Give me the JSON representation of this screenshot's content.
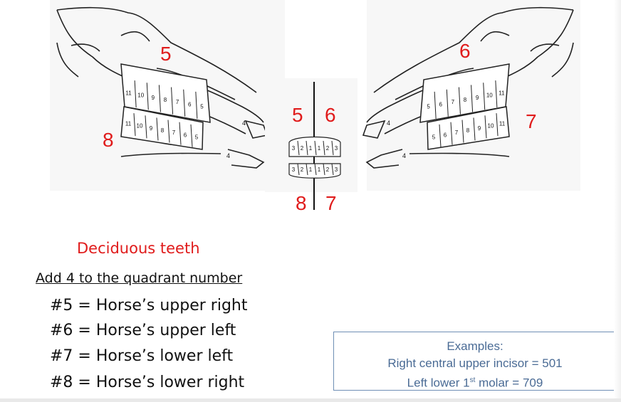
{
  "quadrants": {
    "upper_right": "5",
    "upper_left": "6",
    "lower_left": "7",
    "lower_right": "8"
  },
  "right_skull_teeth": {
    "upper_molars": [
      "11",
      "10",
      "9",
      "8",
      "7",
      "6",
      "5"
    ],
    "lower_molars": [
      "11",
      "10",
      "9",
      "8",
      "7",
      "6",
      "5"
    ],
    "incisors": [
      "4",
      "4"
    ]
  },
  "left_skull_teeth": {
    "upper_molars": [
      "5",
      "6",
      "7",
      "8",
      "9",
      "10",
      "11"
    ],
    "lower_molars": [
      "5",
      "6",
      "7",
      "8",
      "9",
      "10",
      "11"
    ],
    "incisors": [
      "4",
      "4"
    ]
  },
  "front_teeth": {
    "upper": [
      "3",
      "2",
      "1",
      "1",
      "2",
      "3"
    ],
    "lower": [
      "3",
      "2",
      "1",
      "1",
      "2",
      "3"
    ]
  },
  "caption": "Deciduous teeth",
  "rule_title": "Add 4 to the quadrant number",
  "rules": [
    "#5 = Horse’s upper right",
    "#6 = Horse’s upper left",
    "#7 = Horse’s lower left",
    "#8 = Horse’s lower right"
  ],
  "examples": {
    "title": "Examples:",
    "line1": "Right central upper incisor = 501",
    "line2_prefix": "Left lower 1",
    "line2_sup": "st",
    "line2_suffix": " molar = 709"
  }
}
